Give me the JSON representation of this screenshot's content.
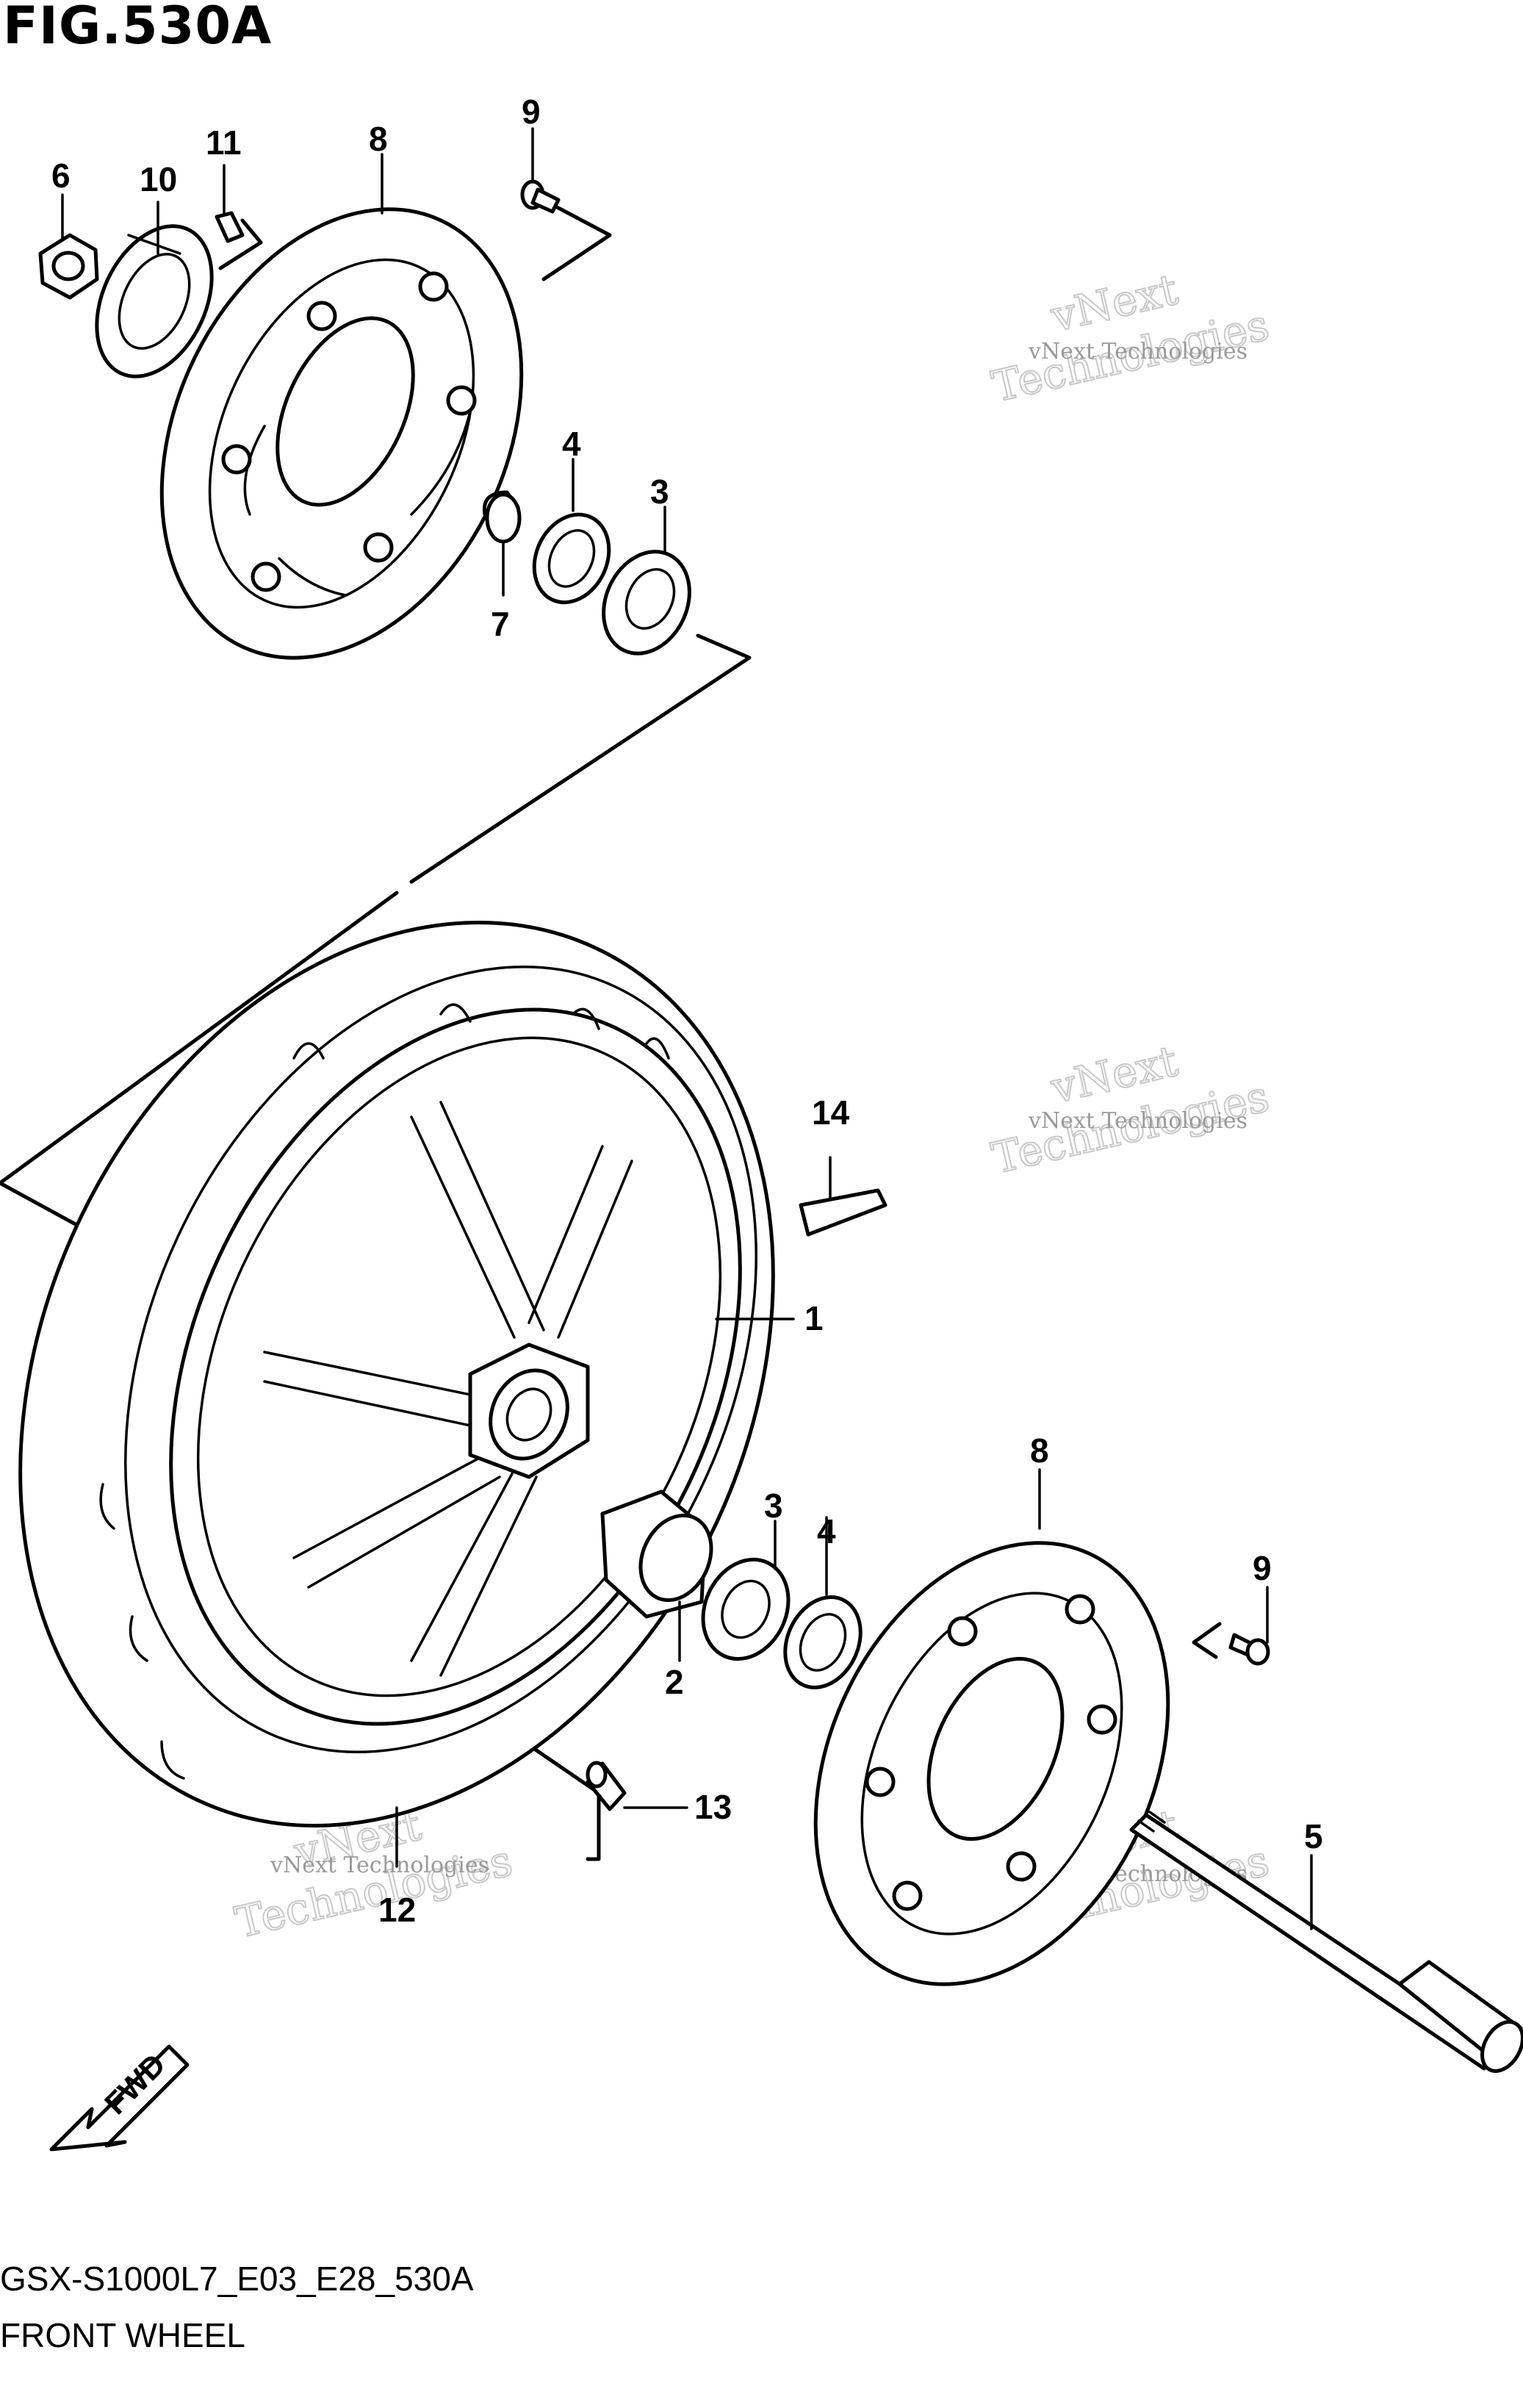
{
  "figure": {
    "title": "FIG.530A",
    "code": "GSX-S1000L7_E03_E28_530A",
    "name": "FRONT WHEEL"
  },
  "callouts": [
    "1",
    "2",
    "3",
    "3",
    "4",
    "4",
    "5",
    "6",
    "7",
    "8",
    "8",
    "9",
    "9",
    "10",
    "11",
    "12",
    "13",
    "14"
  ],
  "fwd_label": "FWD",
  "watermark": {
    "line1": "vNext Technologies",
    "line2": "vNext",
    "line3": "Technologies"
  }
}
